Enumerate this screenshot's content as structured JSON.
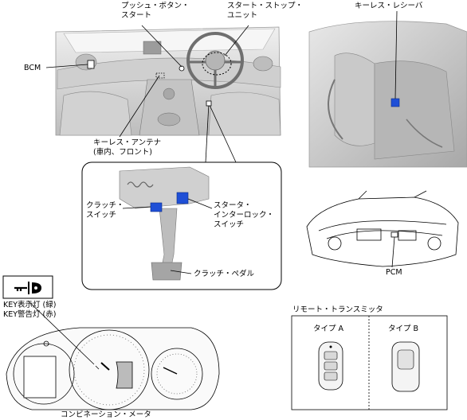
{
  "labels": {
    "push_button_start_1": "プッシュ・ボタン・",
    "push_button_start_2": "スタート",
    "start_stop_unit_1": "スタート・ストップ・",
    "start_stop_unit_2": "ユニット",
    "keyless_receiver": "キーレス・レシーバ",
    "bcm": "BCM",
    "keyless_antenna_1": "キーレス・アンテナ",
    "keyless_antenna_2": "(車内、フロント)",
    "clutch_switch_1": "クラッチ・",
    "clutch_switch_2": "スイッチ",
    "starter_interlock_1": "スタータ・",
    "starter_interlock_2": "インターロック・",
    "starter_interlock_3": "スイッチ",
    "clutch_pedal": "クラッチ・ペダル",
    "pcm": "PCM",
    "key_indicator_green": "KEY表示灯 (緑)",
    "key_warning_red": "KEY警告灯 (赤)",
    "remote_transmitter": "リモート・トランスミッタ",
    "type_a": "タイプ A",
    "type_b": "タイプ B",
    "combination_meter": "コンビネーション・メータ"
  },
  "colors": {
    "component_highlight": "#1f4fd6",
    "line": "#000000",
    "shade": "#d8d8d8"
  },
  "icons": [
    "key-warning-icon"
  ]
}
